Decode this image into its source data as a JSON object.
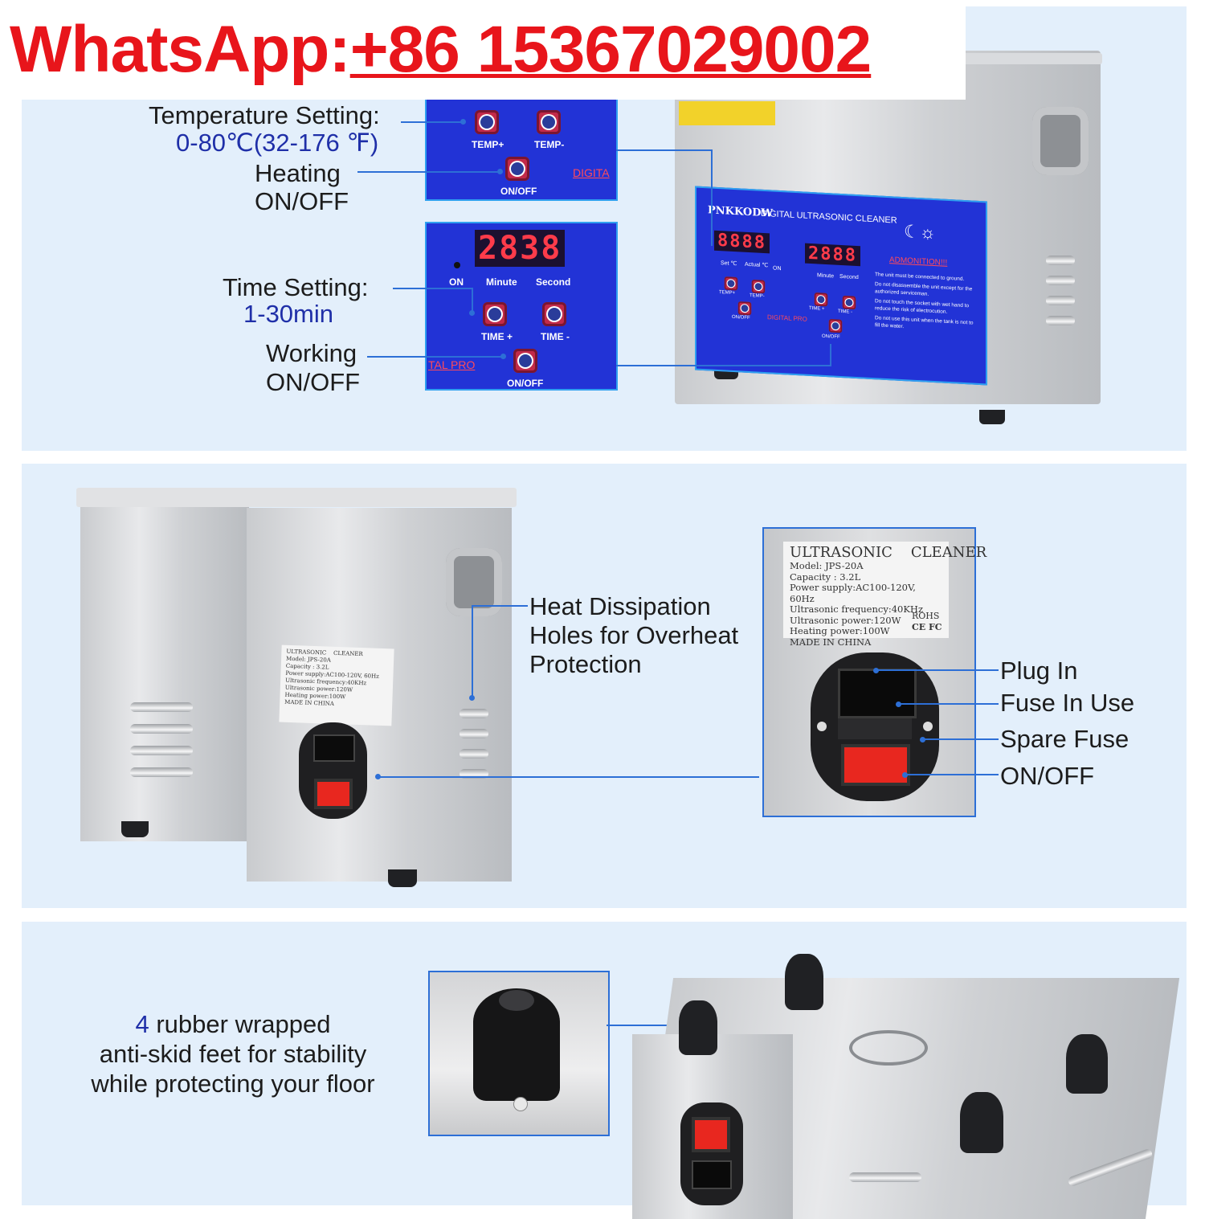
{
  "header": {
    "whatsapp_label": "WhatsApp:",
    "whatsapp_number": "+86 15367029002"
  },
  "panel1": {
    "temp_setting_label": "Temperature Setting:",
    "temp_setting_value": "0-80℃(32-176 ℉)",
    "heating_label_1": "Heating",
    "heating_label_2": "ON/OFF",
    "time_setting_label": "Time Setting:",
    "time_setting_value": "1-30min",
    "working_label_1": "Working",
    "working_label_2": "ON/OFF",
    "zoom_top": {
      "temp_plus": "TEMP+",
      "temp_minus": "TEMP-",
      "on_off": "ON/OFF",
      "digital": "DIGITA"
    },
    "zoom_bottom": {
      "display": "2838",
      "on": "ON",
      "minute": "Minute",
      "second": "Second",
      "time_plus": "TIME +",
      "time_minus": "TIME -",
      "on_off": "ON/OFF",
      "digital_pro": "TAL PRO"
    },
    "device_panel": {
      "brand": "PNKKODW",
      "product": "DIGITAL ULTRASONIC CLEANER",
      "display_left": "8888",
      "display_right": "2888",
      "set_c": "Set ℃",
      "actual_c": "Actual ℃",
      "on": "ON",
      "minute": "Minute",
      "second": "Second",
      "temp_plus": "TEMP+",
      "temp_minus": "TEMP-",
      "time_plus": "TIME +",
      "time_minus": "TIME -",
      "on_off": "ON/OFF",
      "digital_pro": "DIGITAL PRO",
      "admonition": "ADMONITION!!!",
      "warnings": [
        "The unit must be connected to ground.",
        "Do not disassemble the unit except for the authorized serviceman.",
        "Do not touch the socket with wet hand to reduce the risk of electrocution.",
        "Do not use this unit when the tank is not to fill the water."
      ]
    }
  },
  "panel2": {
    "heat_label_1": "Heat Dissipation",
    "heat_label_2": "Holes for Overheat",
    "heat_label_3": "Protection",
    "callouts": [
      "Plug In",
      "Fuse In Use",
      "Spare Fuse",
      "ON/OFF"
    ],
    "spec_label": {
      "title_left": "ULTRASONIC",
      "title_right": "CLEANER",
      "lines": [
        "Model: JPS-20A",
        "Capacity : 3.2L",
        "Power supply:AC100-120V, 60Hz",
        "Ultrasonic frequency:40KHz",
        "Ultrasonic power:120W",
        "Heating power:100W",
        "MADE IN CHINA"
      ],
      "rohs": "ROHS",
      "marks": "CE FC"
    }
  },
  "panel3": {
    "feet_count": "4",
    "feet_line_1": " rubber wrapped",
    "feet_line_2": "anti-skid feet for stability",
    "feet_line_3": "while protecting your floor"
  }
}
